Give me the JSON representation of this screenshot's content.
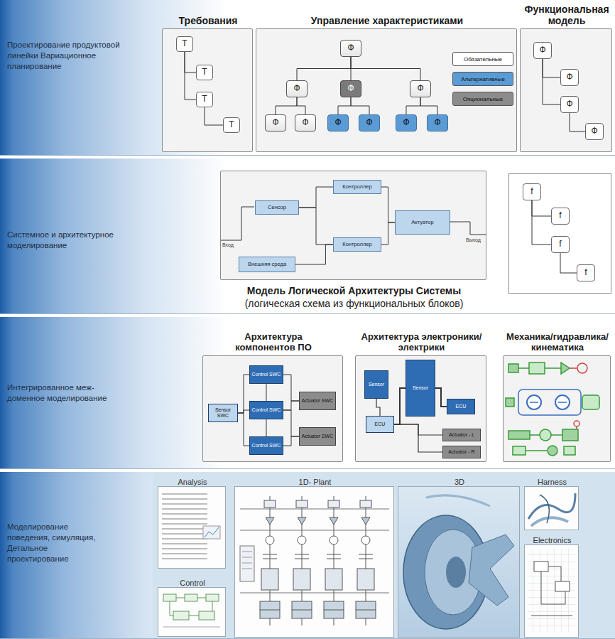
{
  "diagram": {
    "nodes": [
      {
        "text": [
          "Проектирование продуктовой линейки Вариационное планирование"
        ]
      },
      {
        "text": [
          "Требования"
        ],
        "in": 0
      },
      {
        "text": [
          "Т"
        ],
        "in": 1
      },
      {
        "text": [
          "Т"
        ],
        "in": 1
      },
      {
        "text": [
          "Т"
        ],
        "in": 1
      },
      {
        "text": [
          "Т"
        ],
        "in": 1
      },
      {
        "text": [
          "Управление характеристиками"
        ],
        "in": 0
      },
      {
        "text": [
          "Ф"
        ],
        "in": 6
      },
      {
        "text": [
          "Ф"
        ],
        "in": 6
      },
      {
        "text": [
          "Ф"
        ],
        "in": 6
      },
      {
        "text": [
          "Ф"
        ],
        "in": 6
      },
      {
        "text": [
          "Ф"
        ],
        "in": 6
      },
      {
        "text": [
          "Ф"
        ],
        "in": 6
      },
      {
        "text": [
          "Ф"
        ],
        "in": 6
      },
      {
        "text": [
          "Ф"
        ],
        "in": 6
      },
      {
        "text": [
          "Ф"
        ],
        "in": 6
      },
      {
        "text": [
          "Ф"
        ],
        "in": 6
      },
      {
        "text": [
          "Функциональная модель"
        ],
        "in": 0
      },
      {
        "text": [
          "Ф"
        ],
        "in": 17
      },
      {
        "text": [
          "Ф"
        ],
        "in": 17
      },
      {
        "text": [
          "Ф"
        ],
        "in": 17
      },
      {
        "text": [
          "Ф"
        ],
        "in": 17
      },
      {
        "text": [
          "Системное и архитектурное моделирование"
        ]
      },
      {
        "text": [
          "Модель Логической Архитектуры Системы",
          "(логическая схема из функциональных блоков)"
        ],
        "in": 22
      },
      {
        "text": [
          "Сенсор"
        ],
        "in": 23
      },
      {
        "text": [
          "Контроллер"
        ],
        "in": 23
      },
      {
        "text": [
          "Контроллер"
        ],
        "in": 23
      },
      {
        "text": [
          "Внешняя среда"
        ],
        "in": 23
      },
      {
        "text": [
          "Актуатор"
        ],
        "in": 23
      },
      {
        "text": [
          "f"
        ],
        "in": 22
      },
      {
        "text": [
          "f"
        ],
        "in": 22
      },
      {
        "text": [
          "f"
        ],
        "in": 22
      },
      {
        "text": [
          "f"
        ],
        "in": 22
      },
      {
        "text": [
          "Интегрированное меж-доменное моделирование"
        ]
      },
      {
        "text": [
          "Архитектура компонентов ПО"
        ],
        "in": 33
      },
      {
        "text": [
          "Control SWC"
        ],
        "in": 34
      },
      {
        "text": [
          "Sensor SWC"
        ],
        "in": 34
      },
      {
        "text": [
          "Control SWC"
        ],
        "in": 34
      },
      {
        "text": [
          "Control SWC"
        ],
        "in": 34
      },
      {
        "text": [
          "Actuator SWC"
        ],
        "in": 34
      },
      {
        "text": [
          "Actuator SWC"
        ],
        "in": 34
      },
      {
        "text": [
          "Архитектура электроники/ электрики"
        ],
        "in": 33
      },
      {
        "text": [
          "Sensor"
        ],
        "in": 41
      },
      {
        "text": [
          "Sensor"
        ],
        "in": 41
      },
      {
        "text": [
          "ECU"
        ],
        "in": 41
      },
      {
        "text": [
          "ECU"
        ],
        "in": 41
      },
      {
        "text": [
          "Actuator - L"
        ],
        "in": 41
      },
      {
        "text": [
          "Actuator - R"
        ],
        "in": 41
      },
      {
        "text": [
          "Механика/гидравлика/ кинематика"
        ],
        "in": 33
      },
      {
        "text": [
          "Моделирование поведения, симуляция, Детальное проектирование"
        ]
      },
      {
        "text": [
          "Analysis"
        ],
        "in": 49
      },
      {
        "text": [
          "Control"
        ],
        "in": 49
      },
      {
        "text": [
          "1D- Plant"
        ],
        "in": 49
      },
      {
        "text": [
          "3D"
        ],
        "in": 49
      },
      {
        "text": [
          "Harness"
        ],
        "in": 49
      },
      {
        "text": [
          "Electronics"
        ],
        "in": 49
      }
    ],
    "edges": [
      {
        "from": 2,
        "to": 3,
        "arrow": "none"
      },
      {
        "from": 2,
        "to": 4,
        "arrow": "none"
      },
      {
        "from": 4,
        "to": 5,
        "arrow": "none"
      },
      {
        "from": 7,
        "to": 8,
        "arrow": "none"
      },
      {
        "from": 7,
        "to": 9,
        "arrow": "none"
      },
      {
        "from": 7,
        "to": 10,
        "arrow": "none"
      },
      {
        "from": 8,
        "to": 11,
        "arrow": "none"
      },
      {
        "from": 8,
        "to": 12,
        "arrow": "none"
      },
      {
        "from": 9,
        "to": 13,
        "arrow": "none"
      },
      {
        "from": 9,
        "to": 14,
        "arrow": "none"
      },
      {
        "from": 10,
        "to": 15,
        "arrow": "none"
      },
      {
        "from": 10,
        "to": 16,
        "arrow": "none"
      },
      {
        "from": 18,
        "to": 19,
        "arrow": "none"
      },
      {
        "from": 18,
        "to": 20,
        "arrow": "none"
      },
      {
        "from": 20,
        "to": 21,
        "arrow": "none"
      },
      {
        "from": 24,
        "to": 25,
        "arrow": "none"
      },
      {
        "from": 24,
        "to": 26,
        "arrow": "none"
      },
      {
        "from": 27,
        "to": 26,
        "arrow": "none"
      },
      {
        "from": 25,
        "to": 28,
        "arrow": "none"
      },
      {
        "from": 26,
        "to": 28,
        "arrow": "none"
      },
      {
        "from": 29,
        "to": 30,
        "arrow": "none"
      },
      {
        "from": 29,
        "to": 31,
        "arrow": "none"
      },
      {
        "from": 31,
        "to": 32,
        "arrow": "none"
      },
      {
        "from": 36,
        "to": 35,
        "arrow": "none"
      },
      {
        "from": 36,
        "to": 37,
        "arrow": "none"
      },
      {
        "from": 36,
        "to": 38,
        "arrow": "none"
      },
      {
        "from": 35,
        "to": 39,
        "arrow": "none"
      },
      {
        "from": 37,
        "to": 39,
        "arrow": "none"
      },
      {
        "from": 37,
        "to": 40,
        "arrow": "none"
      },
      {
        "from": 38,
        "to": 40,
        "arrow": "none"
      },
      {
        "from": 35,
        "to": 37,
        "arrow": "none"
      },
      {
        "from": 37,
        "to": 38,
        "arrow": "none"
      },
      {
        "from": 42,
        "to": 45,
        "arrow": "none"
      },
      {
        "from": 43,
        "to": 44,
        "arrow": "none"
      },
      {
        "from": 45,
        "to": 43,
        "arrow": "none"
      },
      {
        "from": 45,
        "to": 46,
        "arrow": "none"
      },
      {
        "from": 45,
        "to": 47,
        "arrow": "none"
      }
    ],
    "labels": [
      "Вход",
      "Выход"
    ],
    "legend": [
      {
        "text": "Обязательные",
        "color": "#ffffff"
      },
      {
        "text": "Альтернативные",
        "color": "#5b9bd5"
      },
      {
        "text": "Опциональные",
        "color": "#8c8c8c"
      }
    ]
  }
}
